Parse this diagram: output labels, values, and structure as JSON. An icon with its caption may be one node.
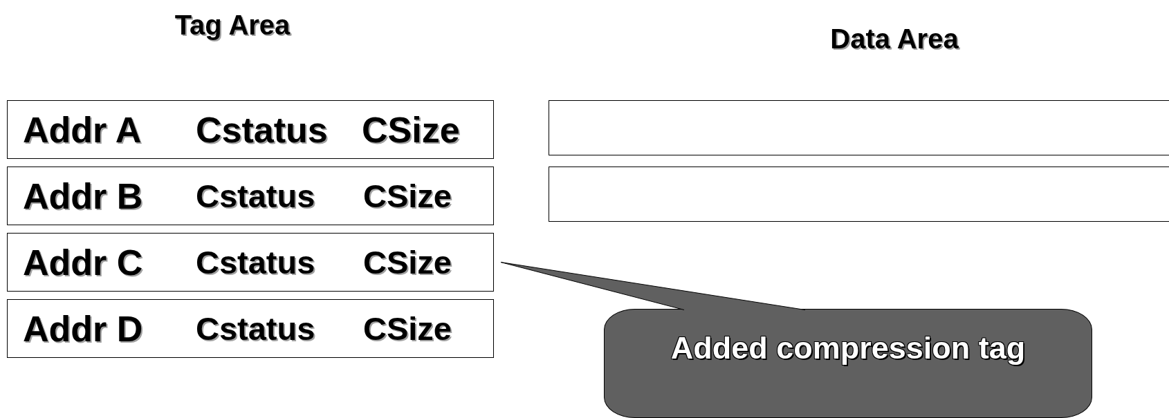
{
  "diagram": {
    "nodes": [
      {
        "text": [
          "Addr A",
          "Cstatus",
          "CSize"
        ]
      },
      {
        "text": [
          "Addr B",
          "Cstatus",
          "CSize"
        ]
      },
      {
        "text": [
          "Addr C",
          "Cstatus",
          "CSize"
        ]
      },
      {
        "text": [
          "Addr D",
          "Cstatus",
          "CSize"
        ]
      },
      {
        "text": [],
        "shape": "box"
      },
      {
        "text": [],
        "shape": "box"
      },
      {
        "text": [
          "Added compression tag"
        ]
      }
    ],
    "labels": [
      "Tag Area",
      "Data Area"
    ]
  }
}
